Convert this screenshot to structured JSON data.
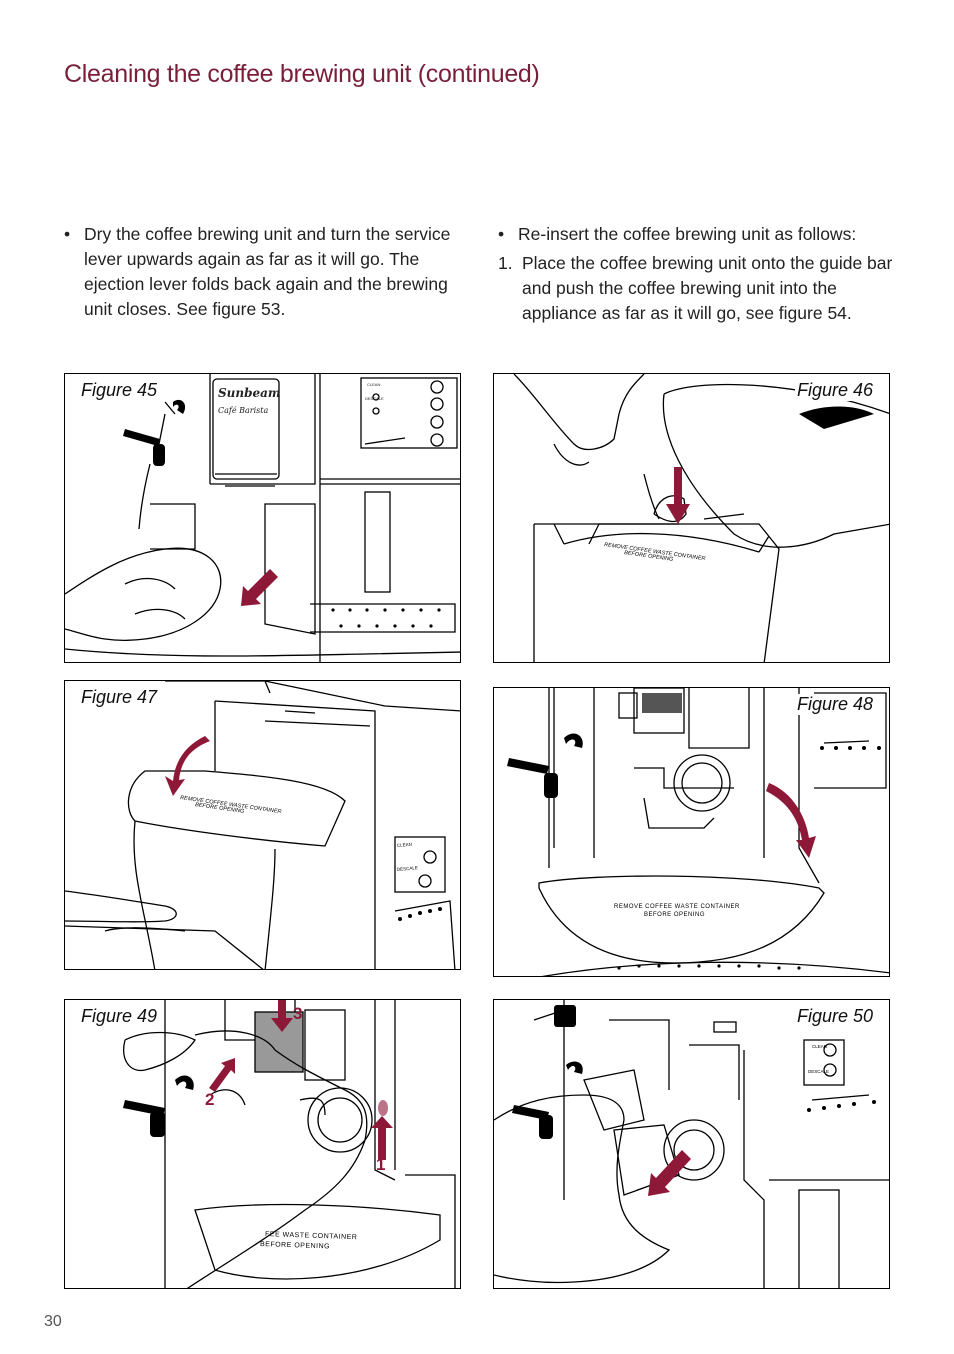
{
  "page": {
    "title": "Cleaning the coffee brewing unit (continued)",
    "page_number": "30"
  },
  "left_column": {
    "bullet": "•",
    "text": "Dry the coffee brewing unit and turn the service lever upwards again as far as it will go. The ejection lever folds back again and the brewing unit closes. See figure 53."
  },
  "right_column": {
    "bullet": "•",
    "intro": "Re-insert the coffee brewing unit as follows:",
    "step_number": "1.",
    "step_text": "Place the coffee brewing unit onto the guide bar and push the coffee brewing unit into the appliance as far as it will go, see figure 54."
  },
  "figures": [
    {
      "label": "Figure 45",
      "brand": "Sunbeam",
      "model": "Café Barista"
    },
    {
      "label": "Figure 46",
      "tray_text": "REMOVE COFFEE WASTE CONTAINER BEFORE OPENING"
    },
    {
      "label": "Figure 47",
      "tray_text": "REMOVE COFFEE WASTE CONTAINER BEFORE OPENING"
    },
    {
      "label": "Figure 48",
      "tray_text": "REMOVE COFFEE WASTE CONTAINER BEFORE OPENING"
    },
    {
      "label": "Figure 49",
      "tray_text": "FEE WASTE CONTAINER BEFORE OPENING",
      "steps": [
        "1",
        "2",
        "3"
      ]
    },
    {
      "label": "Figure 50"
    }
  ],
  "panel_labels": {
    "clean": "CLEAN",
    "descale": "DESCALE"
  },
  "colors": {
    "accent": "#8e1838",
    "title": "#7a1f3a",
    "line": "#000000"
  }
}
